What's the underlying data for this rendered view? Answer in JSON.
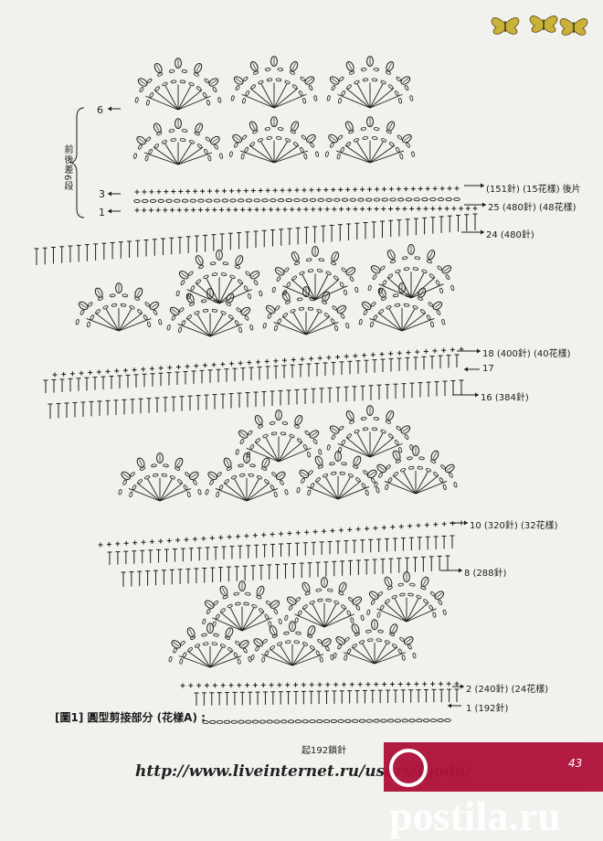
{
  "title": "[圖1] 圓型剪接部分 (花樣A) :",
  "rows": {
    "r6": "6",
    "r3": "3",
    "r1top": "1",
    "r151": "(151針) (15花樣) 後片",
    "r25": "25 (480針) (48花樣)",
    "r24": "24 (480針)",
    "r18": "18 (400針) (40花樣)",
    "r17": "17",
    "r16": "16 (384針)",
    "r10": "10 (320針) (32花樣)",
    "r8": "8 (288針)",
    "r2": "2 (240針) (24花樣)",
    "r1": "1 (192針)",
    "start": "起192鎖針"
  },
  "side_note": "前後差6段",
  "url": "http://www.liveinternet.ru/users/igoda/",
  "watermark": "postila.ru",
  "page_number": "43",
  "colors": {
    "ink": "#1c1c1c",
    "paper": "#f1f2ee",
    "logo": "#b0133a",
    "butterfly": "#c9b23a"
  },
  "icons": [
    "butterfly-icon",
    "butterfly-icon",
    "butterfly-icon",
    "postila-logo-icon"
  ]
}
